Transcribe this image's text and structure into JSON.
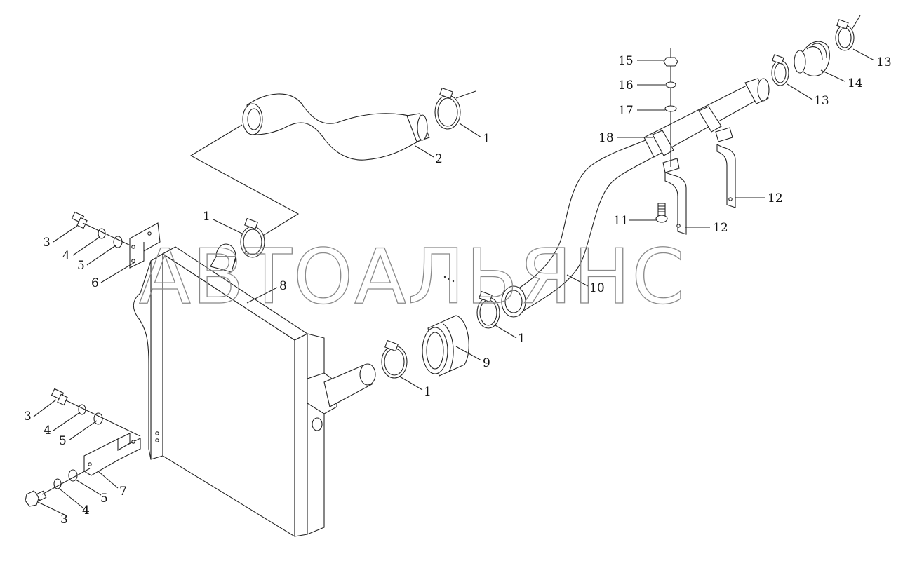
{
  "watermark": "АВТОАЛЬЯНС",
  "callouts": [
    {
      "id": "c1a",
      "text": "1"
    },
    {
      "id": "c2",
      "text": "2"
    },
    {
      "id": "c1b",
      "text": "1"
    },
    {
      "id": "c3a",
      "text": "3"
    },
    {
      "id": "c4a",
      "text": "4"
    },
    {
      "id": "c5a",
      "text": "5"
    },
    {
      "id": "c6",
      "text": "6"
    },
    {
      "id": "c8",
      "text": "8"
    },
    {
      "id": "c3b",
      "text": "3"
    },
    {
      "id": "c4b",
      "text": "4"
    },
    {
      "id": "c5b",
      "text": "5"
    },
    {
      "id": "c7",
      "text": "7"
    },
    {
      "id": "c5c",
      "text": "5"
    },
    {
      "id": "c4c",
      "text": "4"
    },
    {
      "id": "c3c",
      "text": "3"
    },
    {
      "id": "c1c",
      "text": "1"
    },
    {
      "id": "c9",
      "text": "9"
    },
    {
      "id": "c1d",
      "text": "1"
    },
    {
      "id": "c10",
      "text": "10"
    },
    {
      "id": "c15",
      "text": "15"
    },
    {
      "id": "c16",
      "text": "16"
    },
    {
      "id": "c17",
      "text": "17"
    },
    {
      "id": "c18",
      "text": "18"
    },
    {
      "id": "c11",
      "text": "11"
    },
    {
      "id": "c12a",
      "text": "12"
    },
    {
      "id": "c12b",
      "text": "12"
    },
    {
      "id": "c13a",
      "text": "13"
    },
    {
      "id": "c14",
      "text": "14"
    },
    {
      "id": "c13b",
      "text": "13"
    }
  ]
}
